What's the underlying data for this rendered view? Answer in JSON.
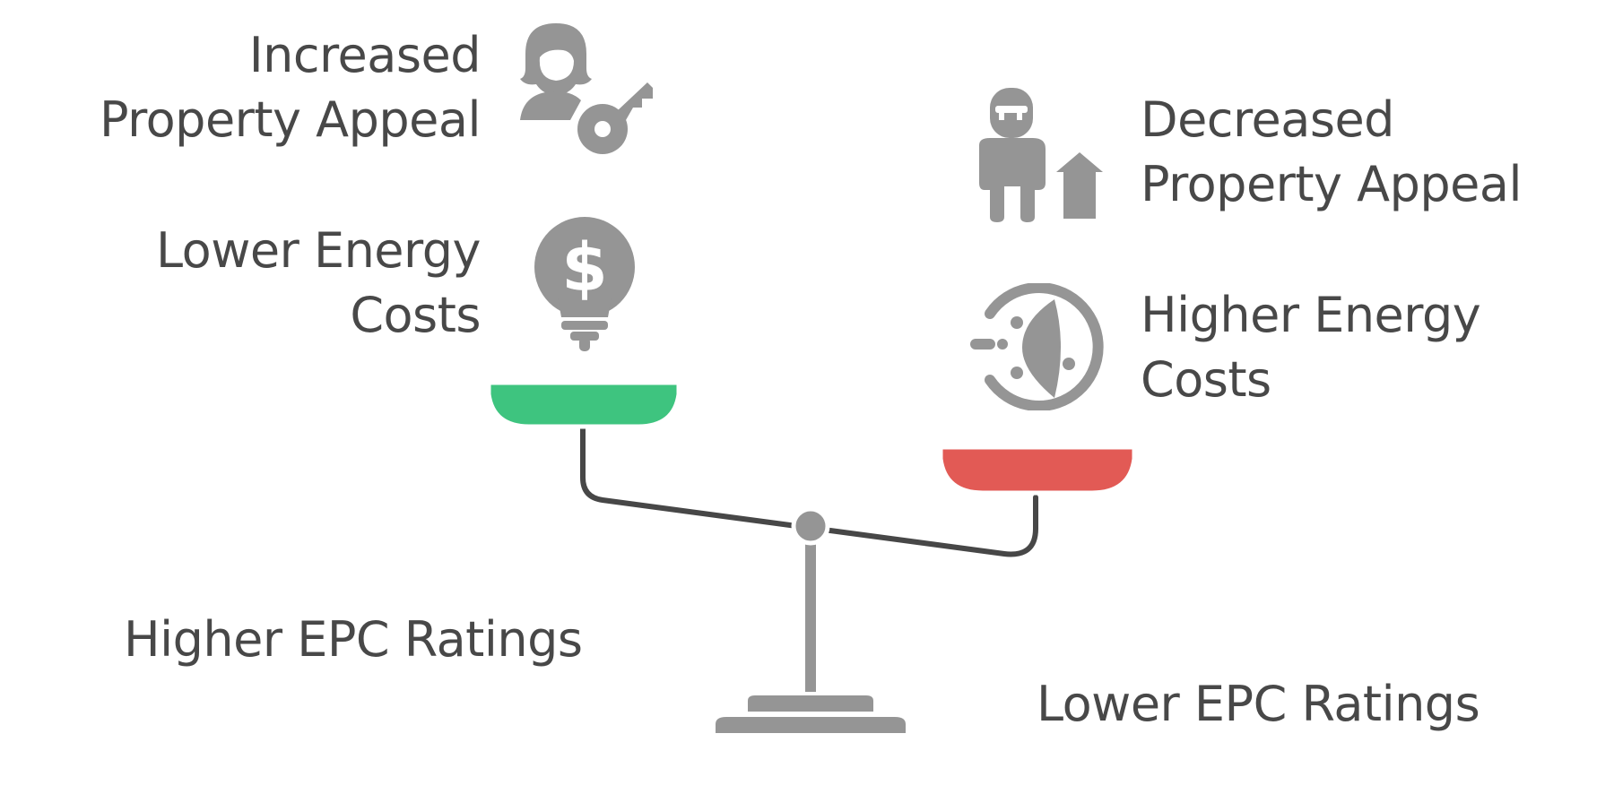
{
  "left": {
    "heading": "Higher EPC Ratings",
    "items": [
      {
        "line1": "Increased",
        "line2": "Property Appeal",
        "icon": "person-with-key-icon"
      },
      {
        "line1": "Lower Energy",
        "line2": "Costs",
        "icon": "lightbulb-dollar-icon"
      }
    ],
    "pan_color": "#3ec47f"
  },
  "right": {
    "heading": "Lower EPC Ratings",
    "items": [
      {
        "line1": "Decreased",
        "line2": "Property Appeal",
        "icon": "person-with-house-icon"
      },
      {
        "line1": "Higher Energy",
        "line2": "Costs",
        "icon": "energy-gauge-icon"
      }
    ],
    "pan_color": "#e25a55"
  },
  "colors": {
    "text": "#484848",
    "icon": "#959595",
    "beam": "#474747",
    "stand": "#959595"
  }
}
